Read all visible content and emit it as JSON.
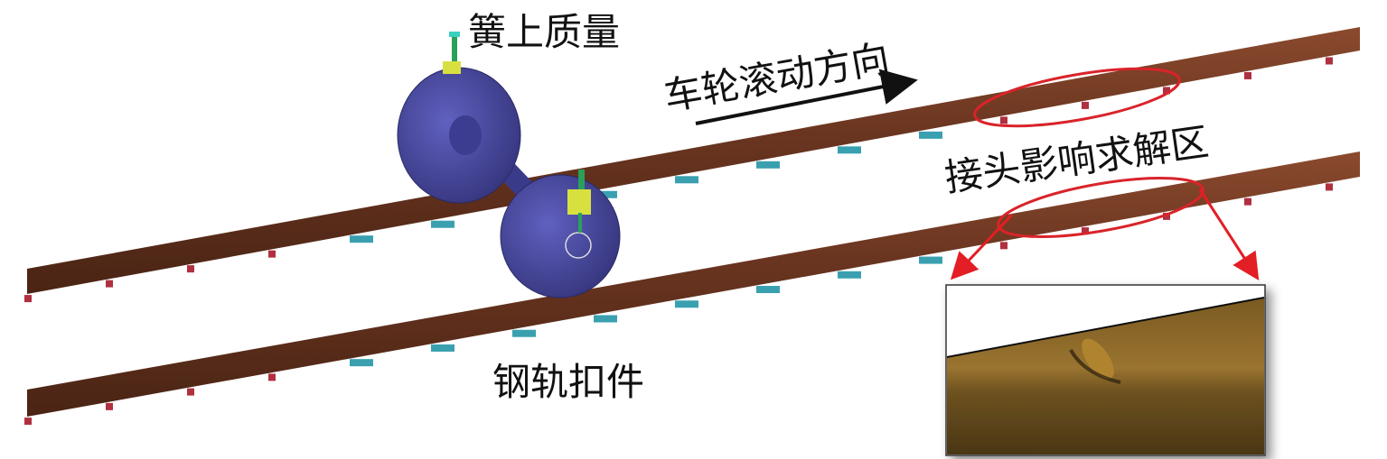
{
  "labels": {
    "sprung_mass": "簧上质量",
    "rolling_direction": "车轮滚动方向",
    "joint_zone": "接头影响求解区",
    "rail_fastener": "钢轨扣件"
  },
  "colors": {
    "rail": "#5a2e1a",
    "rail_top": "#7a4028",
    "wheel": "#4a4aa0",
    "fastener": "#3aa0b0",
    "highlight": "#d9232a",
    "inset_rail": "#8a6424"
  }
}
